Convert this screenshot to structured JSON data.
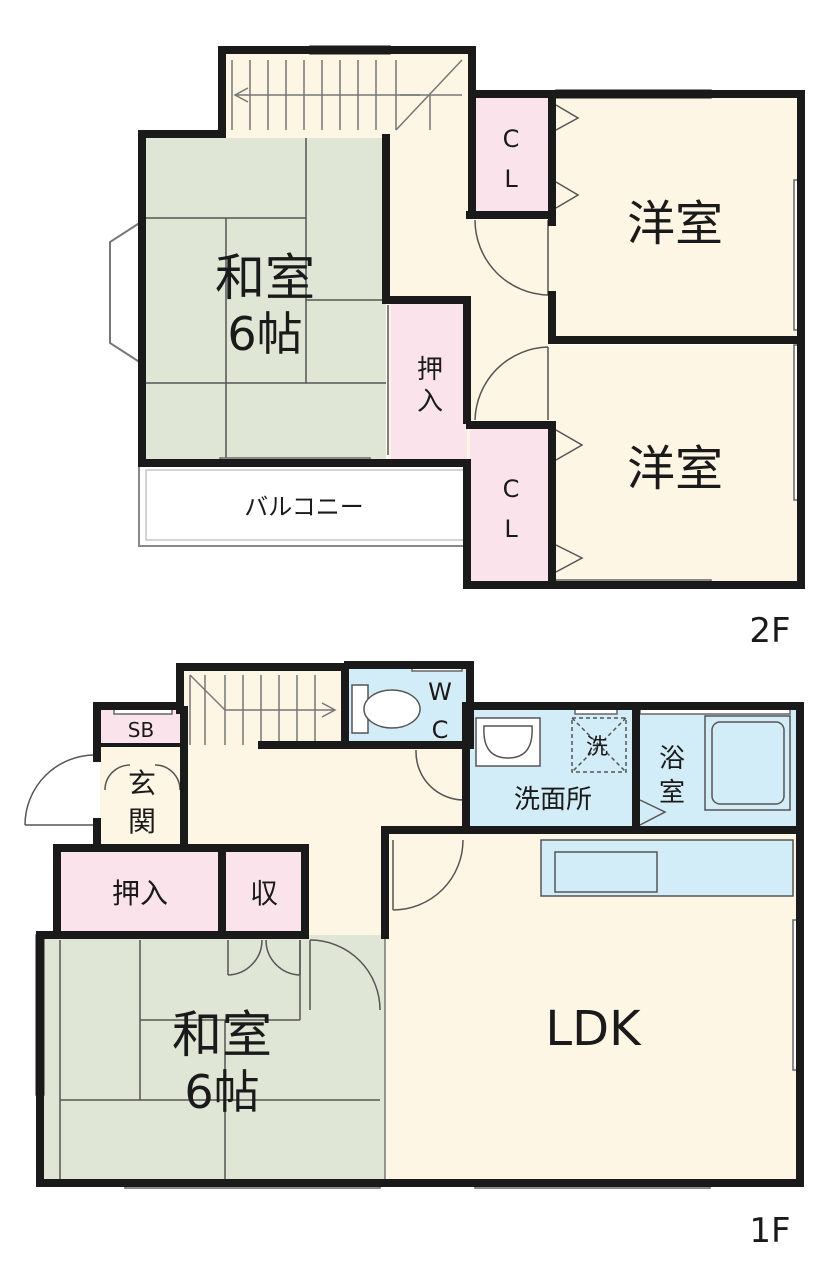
{
  "floors": {
    "upper": {
      "label": "2F",
      "rooms": {
        "washitsu_name": "和室",
        "washitsu_size": "6帖",
        "oshiire_1": "押",
        "oshiire_2": "入",
        "balcony": "バルコニー",
        "closet_top_1": "C",
        "closet_top_2": "L",
        "closet_bottom_1": "C",
        "closet_bottom_2": "L",
        "western_room_top": "洋室",
        "western_room_bottom": "洋室"
      }
    },
    "lower": {
      "label": "1F",
      "rooms": {
        "shoe_box": "SB",
        "genkan_1": "玄",
        "genkan_2": "関",
        "wc_1": "W",
        "wc_2": "C",
        "washroom": "洗面所",
        "washer": "洗",
        "bath_1": "浴",
        "bath_2": "室",
        "oshiire": "押入",
        "storage": "収",
        "washitsu_name": "和室",
        "washitsu_size": "6帖",
        "ldk": "LDK"
      }
    }
  },
  "colors": {
    "wall": "#1a1a1a",
    "tatami": "#dfe6d6",
    "floor": "#fdf6e4",
    "closet": "#fbe3ec",
    "wet_area": "#d3edf8",
    "thin_line": "#555555"
  }
}
